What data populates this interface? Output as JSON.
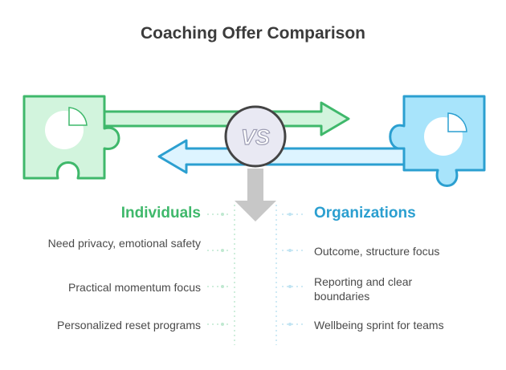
{
  "title": "Coaching Offer Comparison",
  "vs_label": "VS",
  "left": {
    "heading": "Individuals",
    "color": "#3fb86b",
    "fill": "#d2f4dd",
    "items": [
      "Need privacy, emotional safety",
      "Practical momentum focus",
      "Personalized reset programs"
    ]
  },
  "right": {
    "heading": "Organizations",
    "color": "#2b9fd0",
    "fill": "#a8e4fb",
    "items": [
      "Outcome, structure focus",
      "Reporting and clear boundaries",
      "Wellbeing sprint for teams"
    ]
  },
  "icons": [
    "puzzle-piece-icon",
    "pie-chart-icon",
    "vs-icon",
    "arrow-right-icon",
    "arrow-left-icon",
    "arrow-down-icon"
  ]
}
